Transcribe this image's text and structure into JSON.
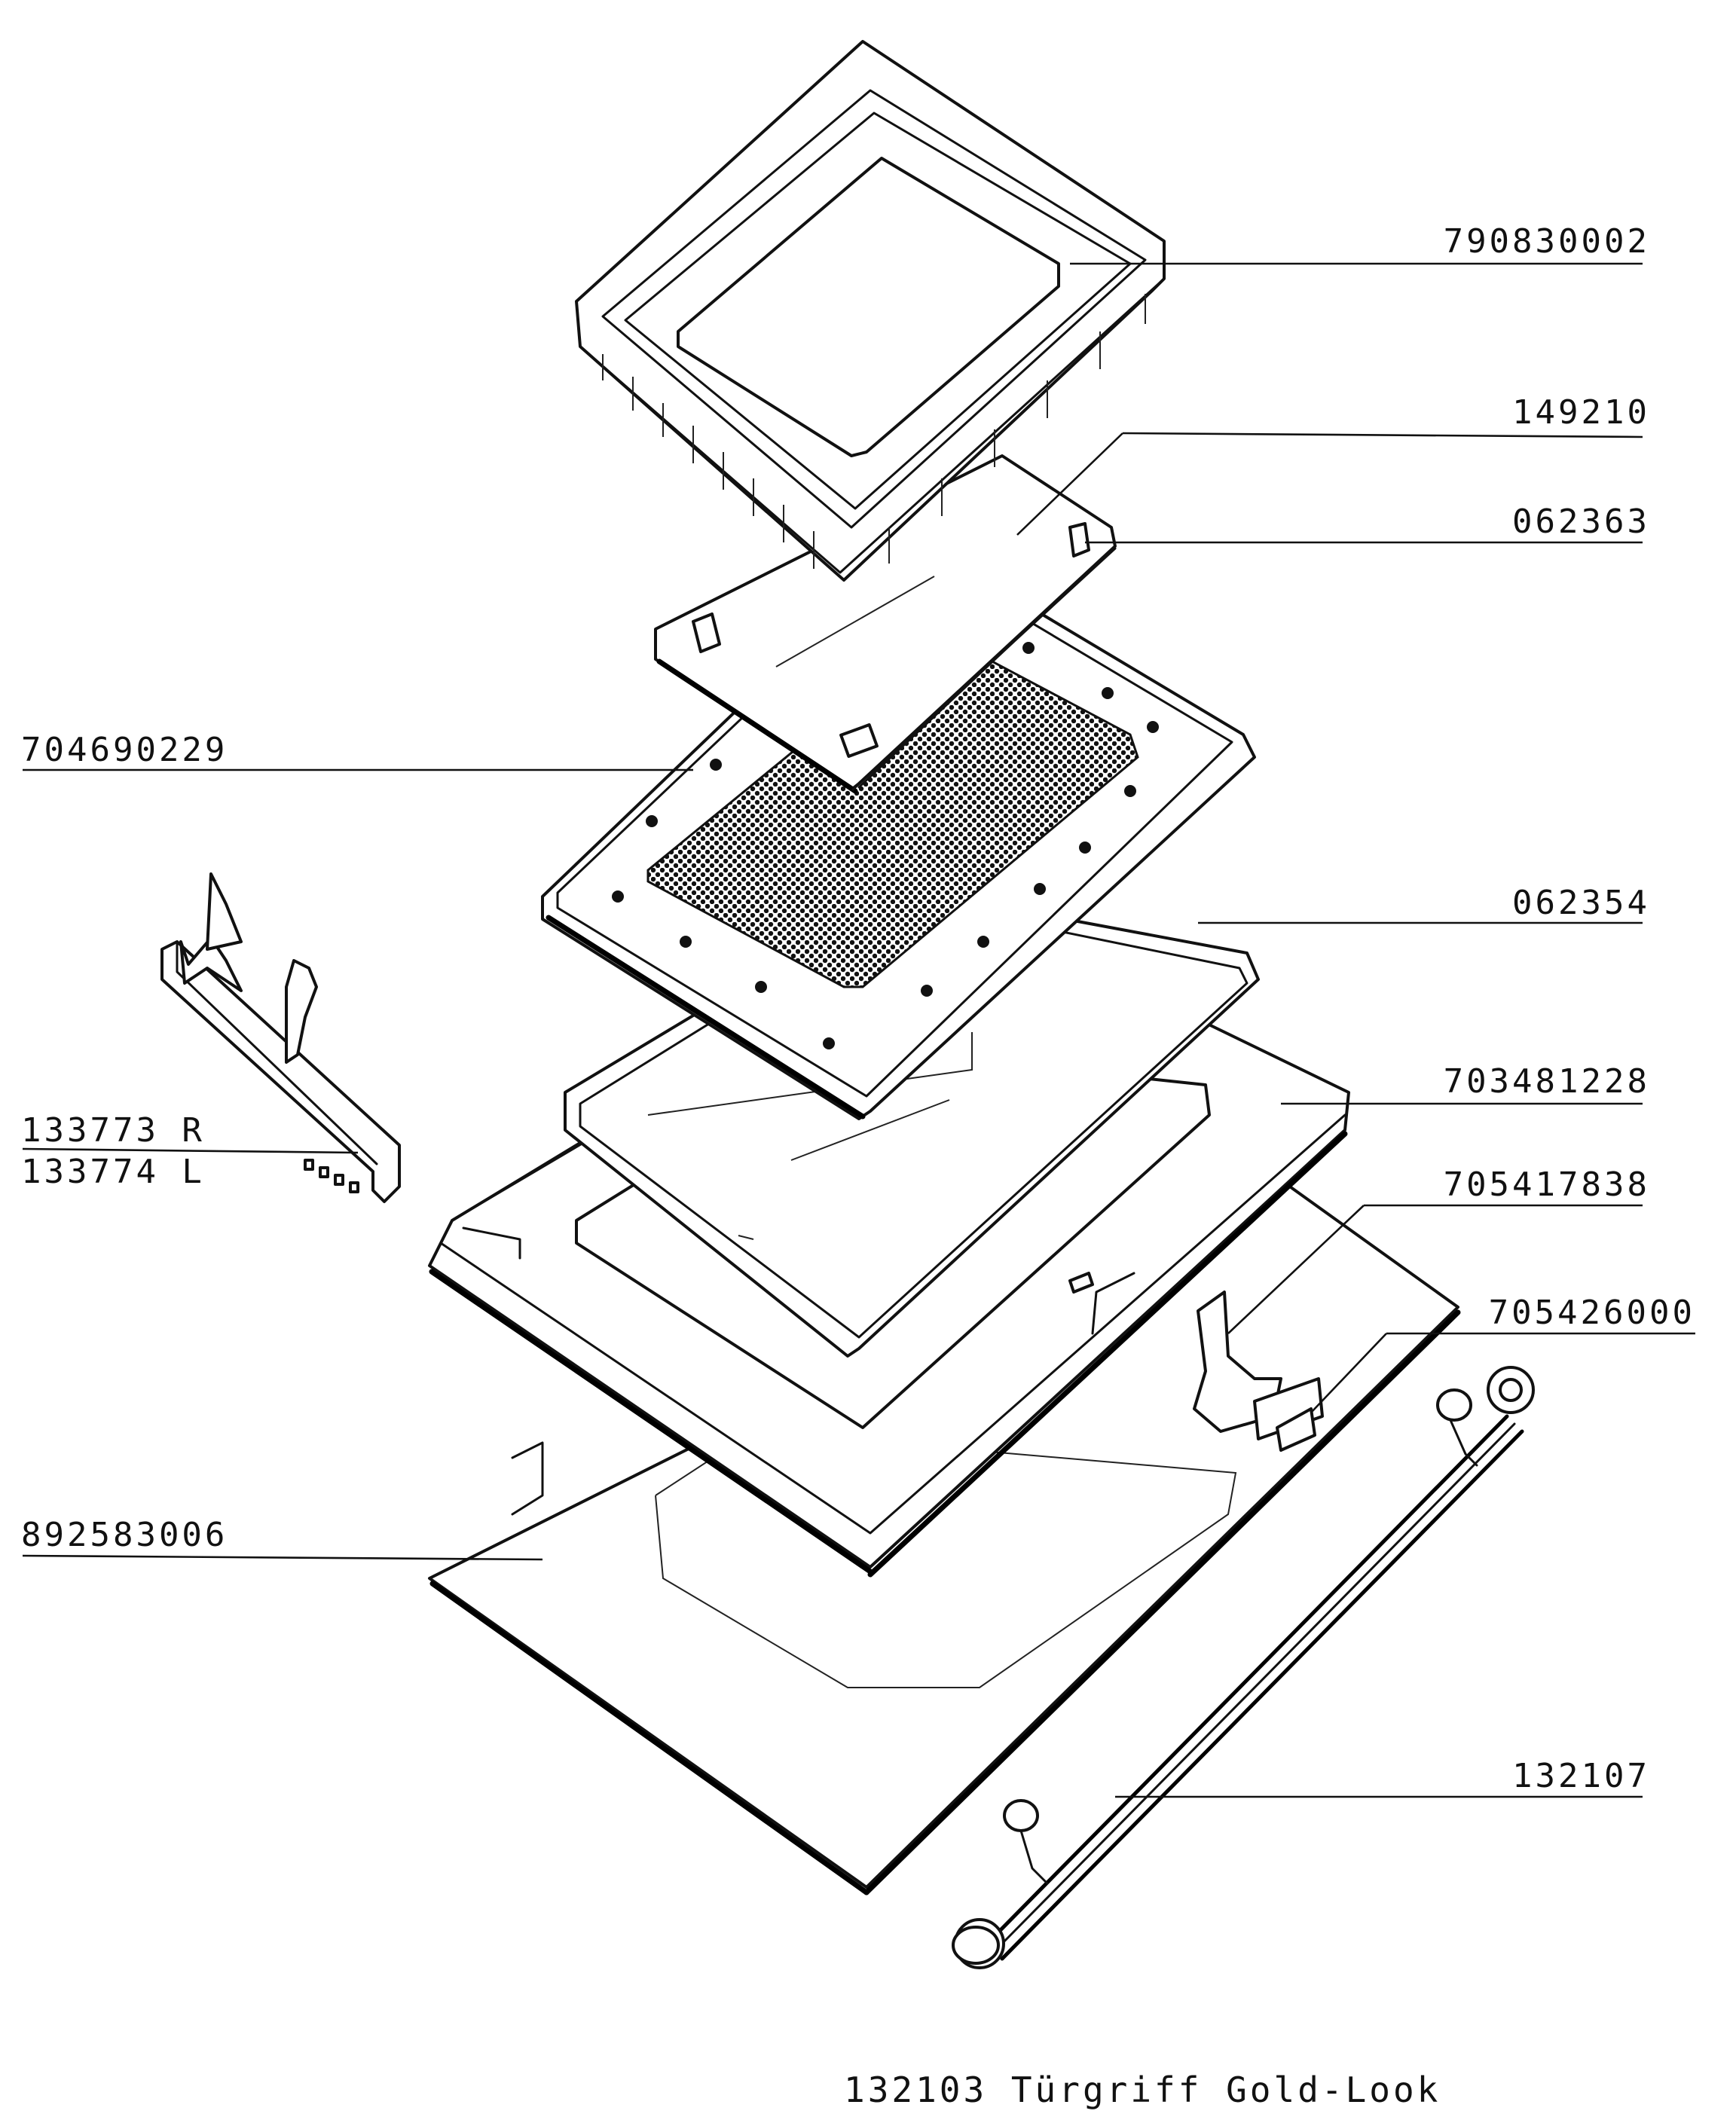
{
  "diagram": {
    "labels": {
      "p790830002": "790830002",
      "p149210": "149210",
      "p062363": "062363",
      "p704690229": "704690229",
      "p062354": "062354",
      "p133773": "133773 R",
      "p133774": "133774 L",
      "p703481228": "703481228",
      "p705417838": "705417838",
      "p705426000": "705426000",
      "p892583006": "892583006",
      "p132107": "132107"
    },
    "caption": "132103 Türgriff Gold-Look"
  }
}
